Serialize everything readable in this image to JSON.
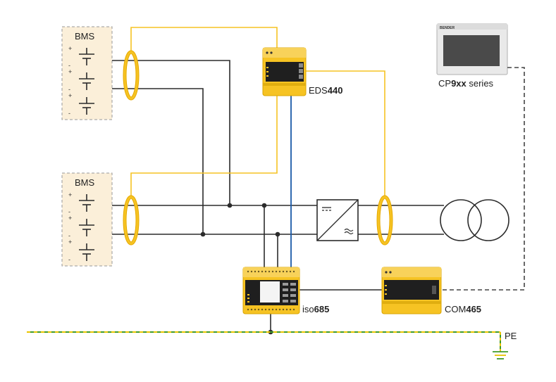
{
  "bms": [
    {
      "label": "BMS",
      "polarity": [
        "+",
        "-",
        "+",
        "-",
        "+",
        "-"
      ]
    },
    {
      "label": "BMS",
      "polarity": [
        "+",
        "-",
        "+",
        "-",
        "+",
        "-"
      ]
    }
  ],
  "devices": {
    "eds": {
      "prefix": "EDS",
      "model": "440"
    },
    "iso": {
      "prefix": "iso",
      "model": "685"
    },
    "com": {
      "prefix": "COM",
      "model": "465"
    },
    "cp": {
      "prefix": "CP",
      "model": "9xx",
      "suffix": " series",
      "screen_brand": "BENDER"
    }
  },
  "pe_label": "PE",
  "colors": {
    "device_yellow": "#F6C323",
    "device_yellow_dark": "#E6A900",
    "bms_fill": "#FBEFD9",
    "line": "#2b2b2b",
    "yellow_line": "#F6C323",
    "blue_line": "#1a5aa8",
    "pe_green": "#3f9a2a",
    "pe_yellow": "#e8c400"
  }
}
